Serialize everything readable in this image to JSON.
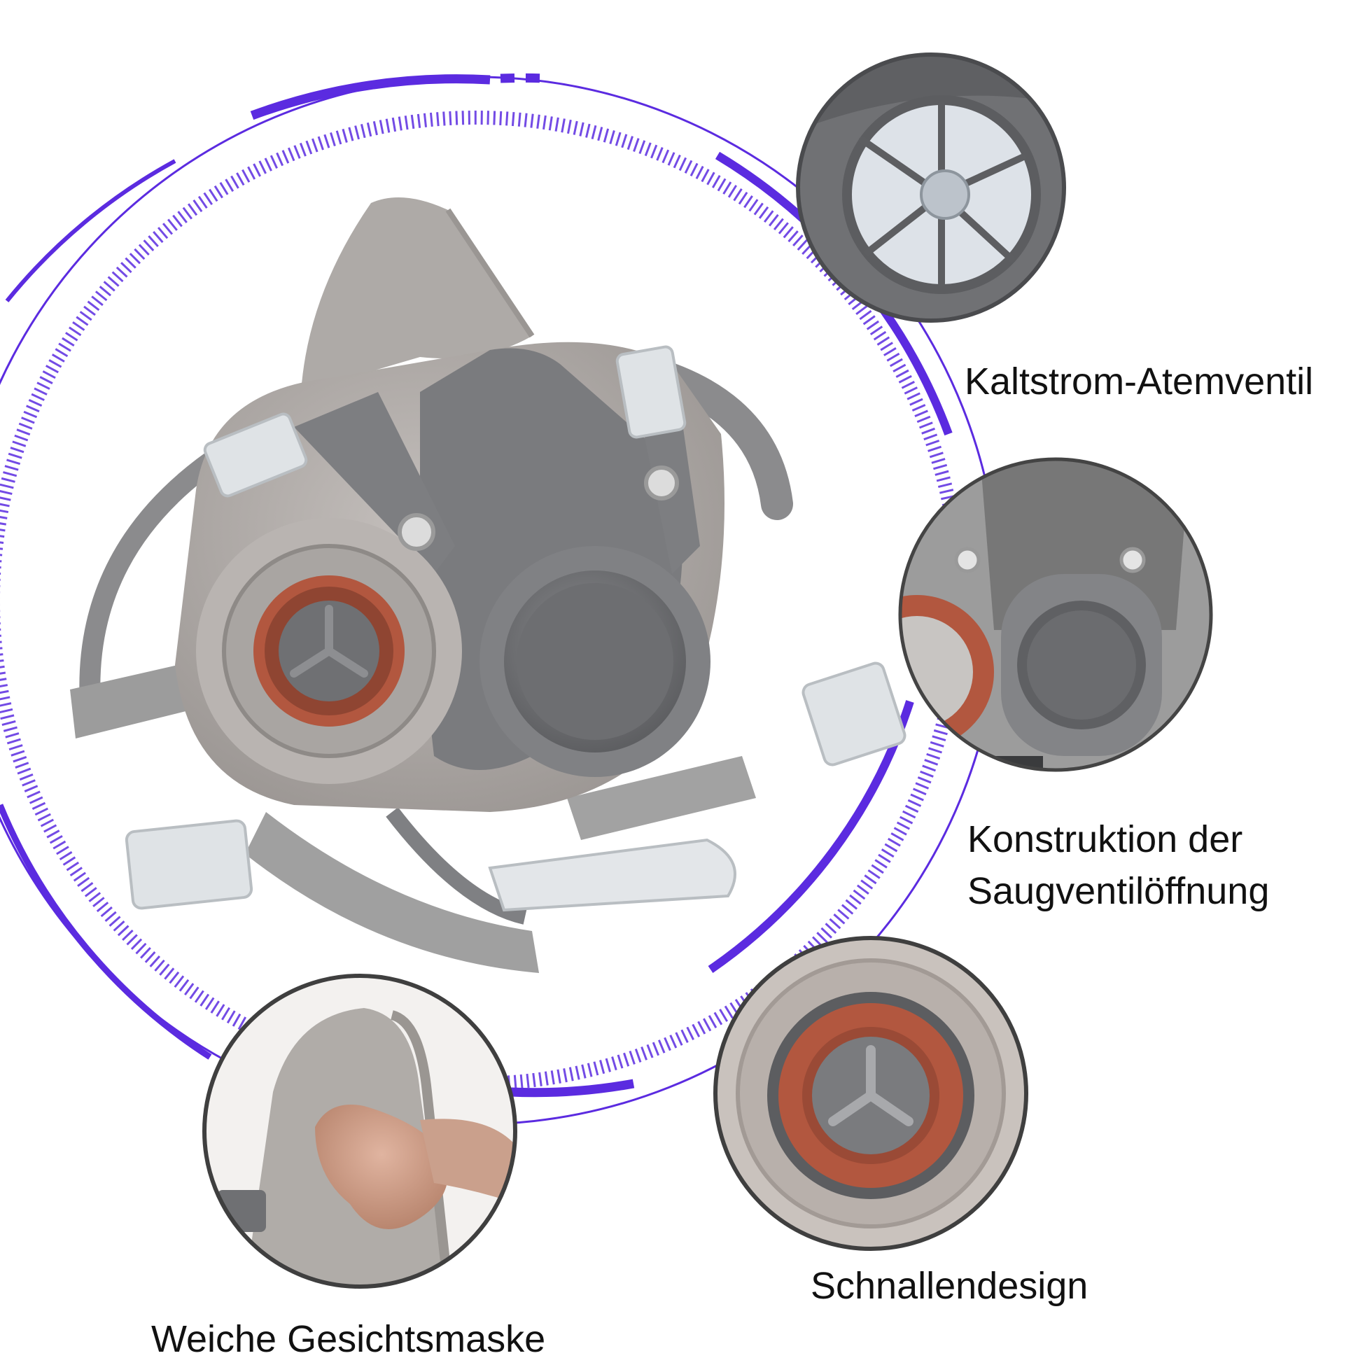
{
  "colors": {
    "accent": "#5b2be0",
    "mask_light": "#b3aeab",
    "mask_mid": "#8e8e8e",
    "mask_dark": "#6f7073",
    "gasket": "#b2573f",
    "filter_white": "#e5e8ec",
    "text": "#111111"
  },
  "features": {
    "exhalation_valve": "Kaltstrom-Atemventil",
    "inhalation_valve_line1": "Konstruktion der",
    "inhalation_valve_line2": "Saugventilöffnung",
    "buckle": "Schnallendesign",
    "soft_mask": "Weiche Gesichtsmaske"
  },
  "icons": [
    "respirator-mask-icon",
    "exhalation-valve-icon",
    "inhalation-valve-icon",
    "buckle-gasket-icon",
    "soft-mask-hand-icon"
  ]
}
